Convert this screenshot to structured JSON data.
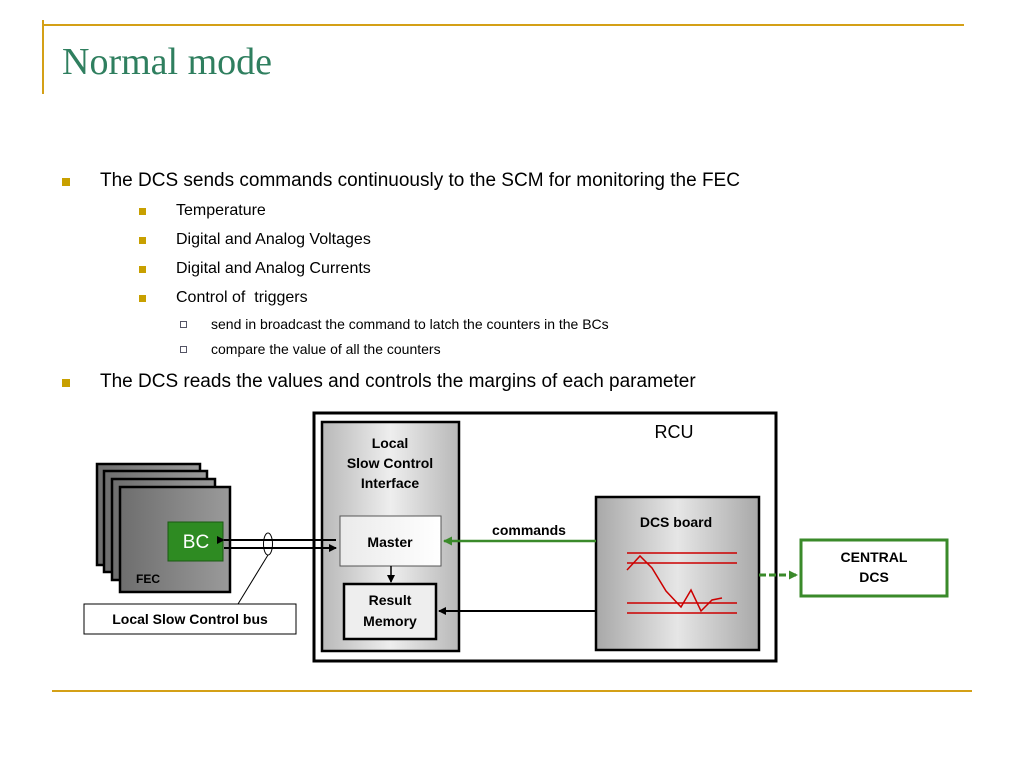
{
  "slide": {
    "title": "Normal mode",
    "bullets": [
      {
        "text": "The DCS sends commands continuously to the SCM for monitoring the FEC",
        "children": [
          {
            "text": "Temperature"
          },
          {
            "text": "Digital and Analog Voltages"
          },
          {
            "text": "Digital and Analog Currents"
          },
          {
            "text": "Control of  triggers",
            "children": [
              {
                "text": "send in broadcast the command to latch the counters in the BCs"
              },
              {
                "text": "compare the value of all the counters"
              }
            ]
          }
        ]
      },
      {
        "text": "The DCS reads the values and controls the margins of each parameter"
      }
    ]
  },
  "diagram": {
    "rcu_label": "RCU",
    "lsci_label_1": "Local",
    "lsci_label_2": "Slow Control",
    "lsci_label_3": "Interface",
    "master_label": "Master",
    "result_label_1": "Result",
    "result_label_2": "Memory",
    "dcs_board_label": "DCS board",
    "commands_label": "commands",
    "central_label_1": "CENTRAL",
    "central_label_2": "DCS",
    "bc_label": "BC",
    "fec_label": "FEC",
    "bus_label": "Local Slow Control bus",
    "colors": {
      "title": "#2f7f5f",
      "accent_rule": "#d4a017",
      "bullet": "#c8a000",
      "green": "#3a8a2a",
      "bc_green": "#2e8b22",
      "signal_red": "#cc0000"
    }
  }
}
